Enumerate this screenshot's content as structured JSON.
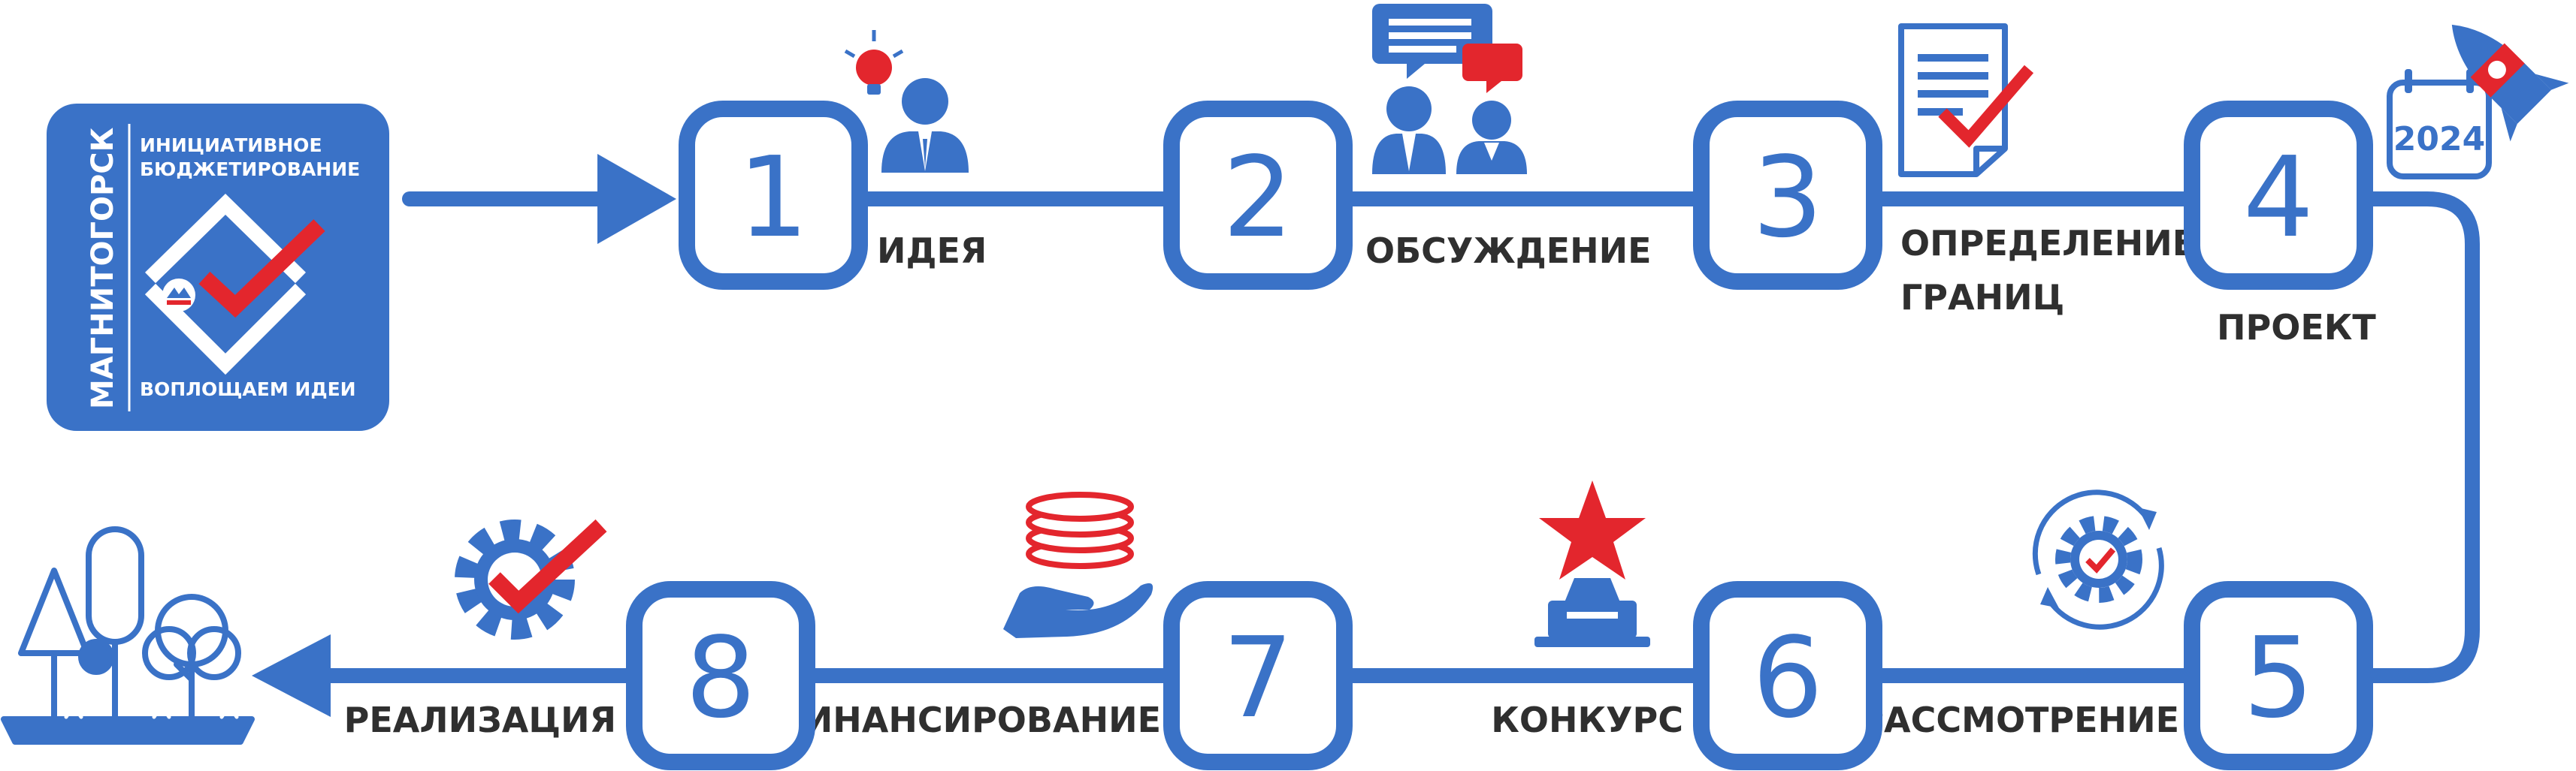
{
  "colors": {
    "blue": "#3a72c7",
    "red": "#e3262d",
    "text": "#2f2f2f",
    "white": "#ffffff"
  },
  "logo": {
    "city": "МАГНИТОГОРСК",
    "line1": "ИНИЦИАТИВНОЕ",
    "line2": "БЮДЖЕТИРОВАНИЕ",
    "slogan": "ВОПЛОЩАЕМ ИДЕИ",
    "emblem_icon": "checkmark-diamond-icon"
  },
  "steps": [
    {
      "number": "1",
      "label": "ИДЕЯ",
      "icon": "person-lightbulb-icon"
    },
    {
      "number": "2",
      "label": "ОБСУЖДЕНИЕ",
      "icon": "discussion-people-icon"
    },
    {
      "number": "3",
      "label_line1": "ОПРЕДЕЛЕНИЕ",
      "label_line2": "ГРАНИЦ",
      "icon": "document-check-icon"
    },
    {
      "number": "4",
      "label": "ПРОЕКТ",
      "icon": "calendar-rocket-icon",
      "calendar_year": "2024"
    },
    {
      "number": "5",
      "label": "РАССМОТРЕНИЕ",
      "icon": "gear-cycle-check-icon"
    },
    {
      "number": "6",
      "label": "КОНКУРС",
      "icon": "star-trophy-icon"
    },
    {
      "number": "7",
      "label": "ФИНАНСИРОВАНИЕ",
      "icon": "hand-coins-icon"
    },
    {
      "number": "8",
      "label": "РЕАЛИЗАЦИЯ",
      "icon": "gear-check-icon"
    }
  ],
  "end_icon": "trees-park-icon"
}
